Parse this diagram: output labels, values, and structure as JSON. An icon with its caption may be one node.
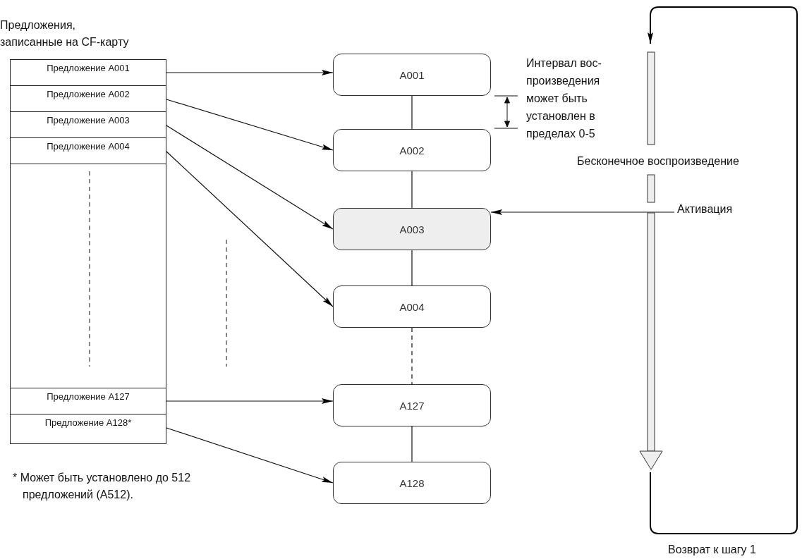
{
  "diagram": {
    "nodes": [
      {
        "text": [
          "Предложения, записанные на CF-карту"
        ]
      },
      {
        "text": [
          "Предложение A001"
        ],
        "in": 0
      },
      {
        "text": [
          "Предложение A002"
        ],
        "in": 0
      },
      {
        "text": [
          "Предложение A003"
        ],
        "in": 0
      },
      {
        "text": [
          "Предложение A004"
        ],
        "in": 0
      },
      {
        "text": [
          "Предложение A127"
        ],
        "in": 0
      },
      {
        "text": [
          "Предложение A128*"
        ],
        "in": 0
      },
      {
        "text": [
          "A001"
        ]
      },
      {
        "text": [
          "A002"
        ]
      },
      {
        "text": [
          "A003"
        ]
      },
      {
        "text": [
          "A004"
        ]
      },
      {
        "text": [
          "A127"
        ]
      },
      {
        "text": [
          "A128"
        ]
      },
      {
        "text": [
          "Активация"
        ]
      }
    ],
    "edges": [
      {
        "from": 1,
        "to": 7,
        "arrow": "to"
      },
      {
        "from": 2,
        "to": 8,
        "arrow": "to"
      },
      {
        "from": 3,
        "to": 9,
        "arrow": "to"
      },
      {
        "from": 4,
        "to": 10,
        "arrow": "to"
      },
      {
        "from": 5,
        "to": 11,
        "arrow": "to"
      },
      {
        "from": 6,
        "to": 12,
        "arrow": "to"
      },
      {
        "from": 7,
        "to": 8,
        "arrow": "none"
      },
      {
        "from": 8,
        "to": 9,
        "arrow": "none"
      },
      {
        "from": 9,
        "to": 10,
        "arrow": "none"
      },
      {
        "from": 10,
        "to": 11,
        "arrow": "none",
        "style": "dashed"
      },
      {
        "from": 11,
        "to": 12,
        "arrow": "none"
      },
      {
        "from": 13,
        "to": 9,
        "arrow": "to"
      }
    ],
    "labels": [
      "Интервал вос- произведения может быть установлен в пределах 0-5",
      "Бесконечное воспроизведение",
      "* Может быть установлено до 512 предложений (A512).",
      "Возврат к шагу 1"
    ]
  }
}
